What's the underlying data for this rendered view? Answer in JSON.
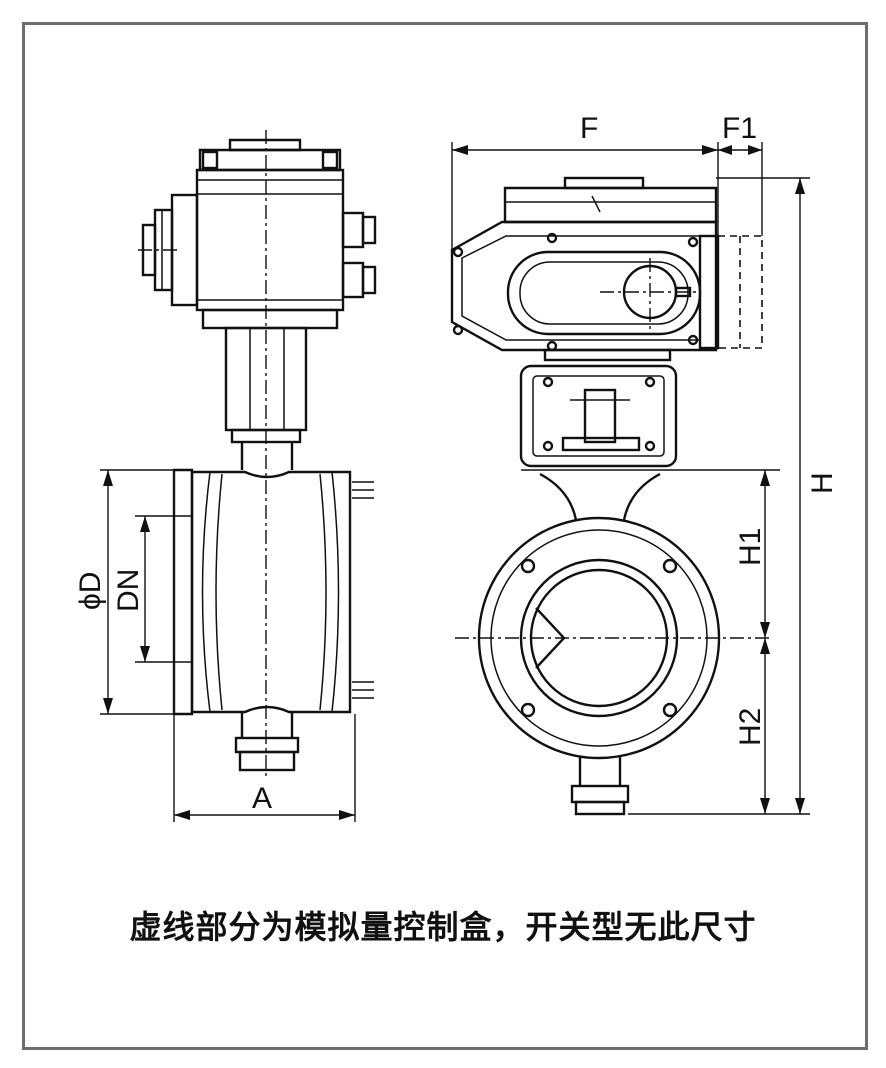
{
  "labels": {
    "F": "F",
    "F1": "F1",
    "H": "H",
    "H1": "H1",
    "H2": "H2",
    "phiD": "ϕD",
    "DN": "DN",
    "A": "A"
  },
  "caption": "虚线部分为模拟量控制盒，开关型无此尺寸"
}
